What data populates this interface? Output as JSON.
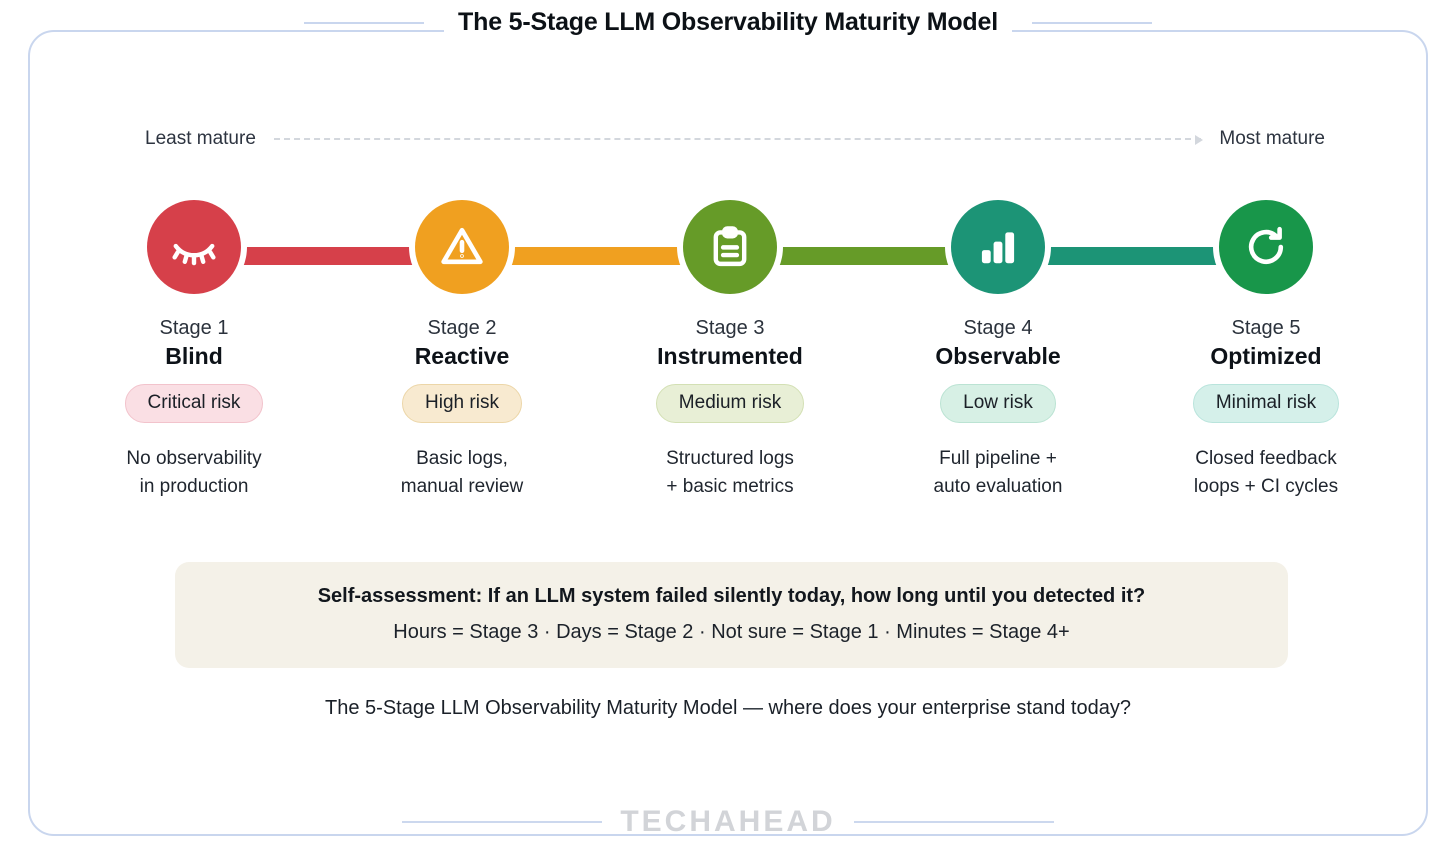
{
  "title": "The 5-Stage LLM Observability Maturity Model",
  "axis": {
    "left_label": "Least mature",
    "right_label": "Most mature"
  },
  "stages": [
    {
      "number": "Stage 1",
      "name": "Blind",
      "icon": "eye-off-icon",
      "color": "#d6404a",
      "badge": "Critical risk",
      "badge_bg": "#fadfe4",
      "badge_border": "#f2c3cc",
      "description": "No observability\nin production"
    },
    {
      "number": "Stage 2",
      "name": "Reactive",
      "icon": "warning-triangle-icon",
      "color": "#f0a020",
      "badge": "High risk",
      "badge_bg": "#f8ead0",
      "badge_border": "#ecd6a8",
      "description": "Basic logs,\nmanual review"
    },
    {
      "number": "Stage 3",
      "name": "Instrumented",
      "icon": "clipboard-icon",
      "color": "#669b28",
      "badge": "Medium risk",
      "badge_bg": "#e8efd6",
      "badge_border": "#d3e0b4",
      "description": "Structured logs\n+ basic metrics"
    },
    {
      "number": "Stage 4",
      "name": "Observable",
      "icon": "bar-chart-icon",
      "color": "#1c9476",
      "badge": "Low risk",
      "badge_bg": "#d7f0e5",
      "badge_border": "#bbe3d3",
      "description": "Full pipeline +\nauto evaluation"
    },
    {
      "number": "Stage 5",
      "name": "Optimized",
      "icon": "refresh-icon",
      "color": "#18964a",
      "badge": "Minimal risk",
      "badge_bg": "#d5f0ea",
      "badge_border": "#b9e4dc",
      "description": "Closed feedback\nloops + CI cycles"
    }
  ],
  "connector_colors": [
    "#d6404a",
    "#f0a020",
    "#669b28",
    "#1c9476"
  ],
  "callout": {
    "line1": "Self-assessment: If an LLM system failed silently today, how long until you detected it?",
    "line2": "Hours = Stage 3 · Days = Stage 2 · Not sure = Stage 1 · Minutes = Stage 4+",
    "background": "#f4f1e8"
  },
  "caption": "The 5-Stage LLM Observability Maturity Model — where does your enterprise stand today?",
  "footer": {
    "brand": "TECHAHEAD"
  },
  "theme": {
    "card_border": "#c9d6ee",
    "page_background": "#ffffff"
  }
}
